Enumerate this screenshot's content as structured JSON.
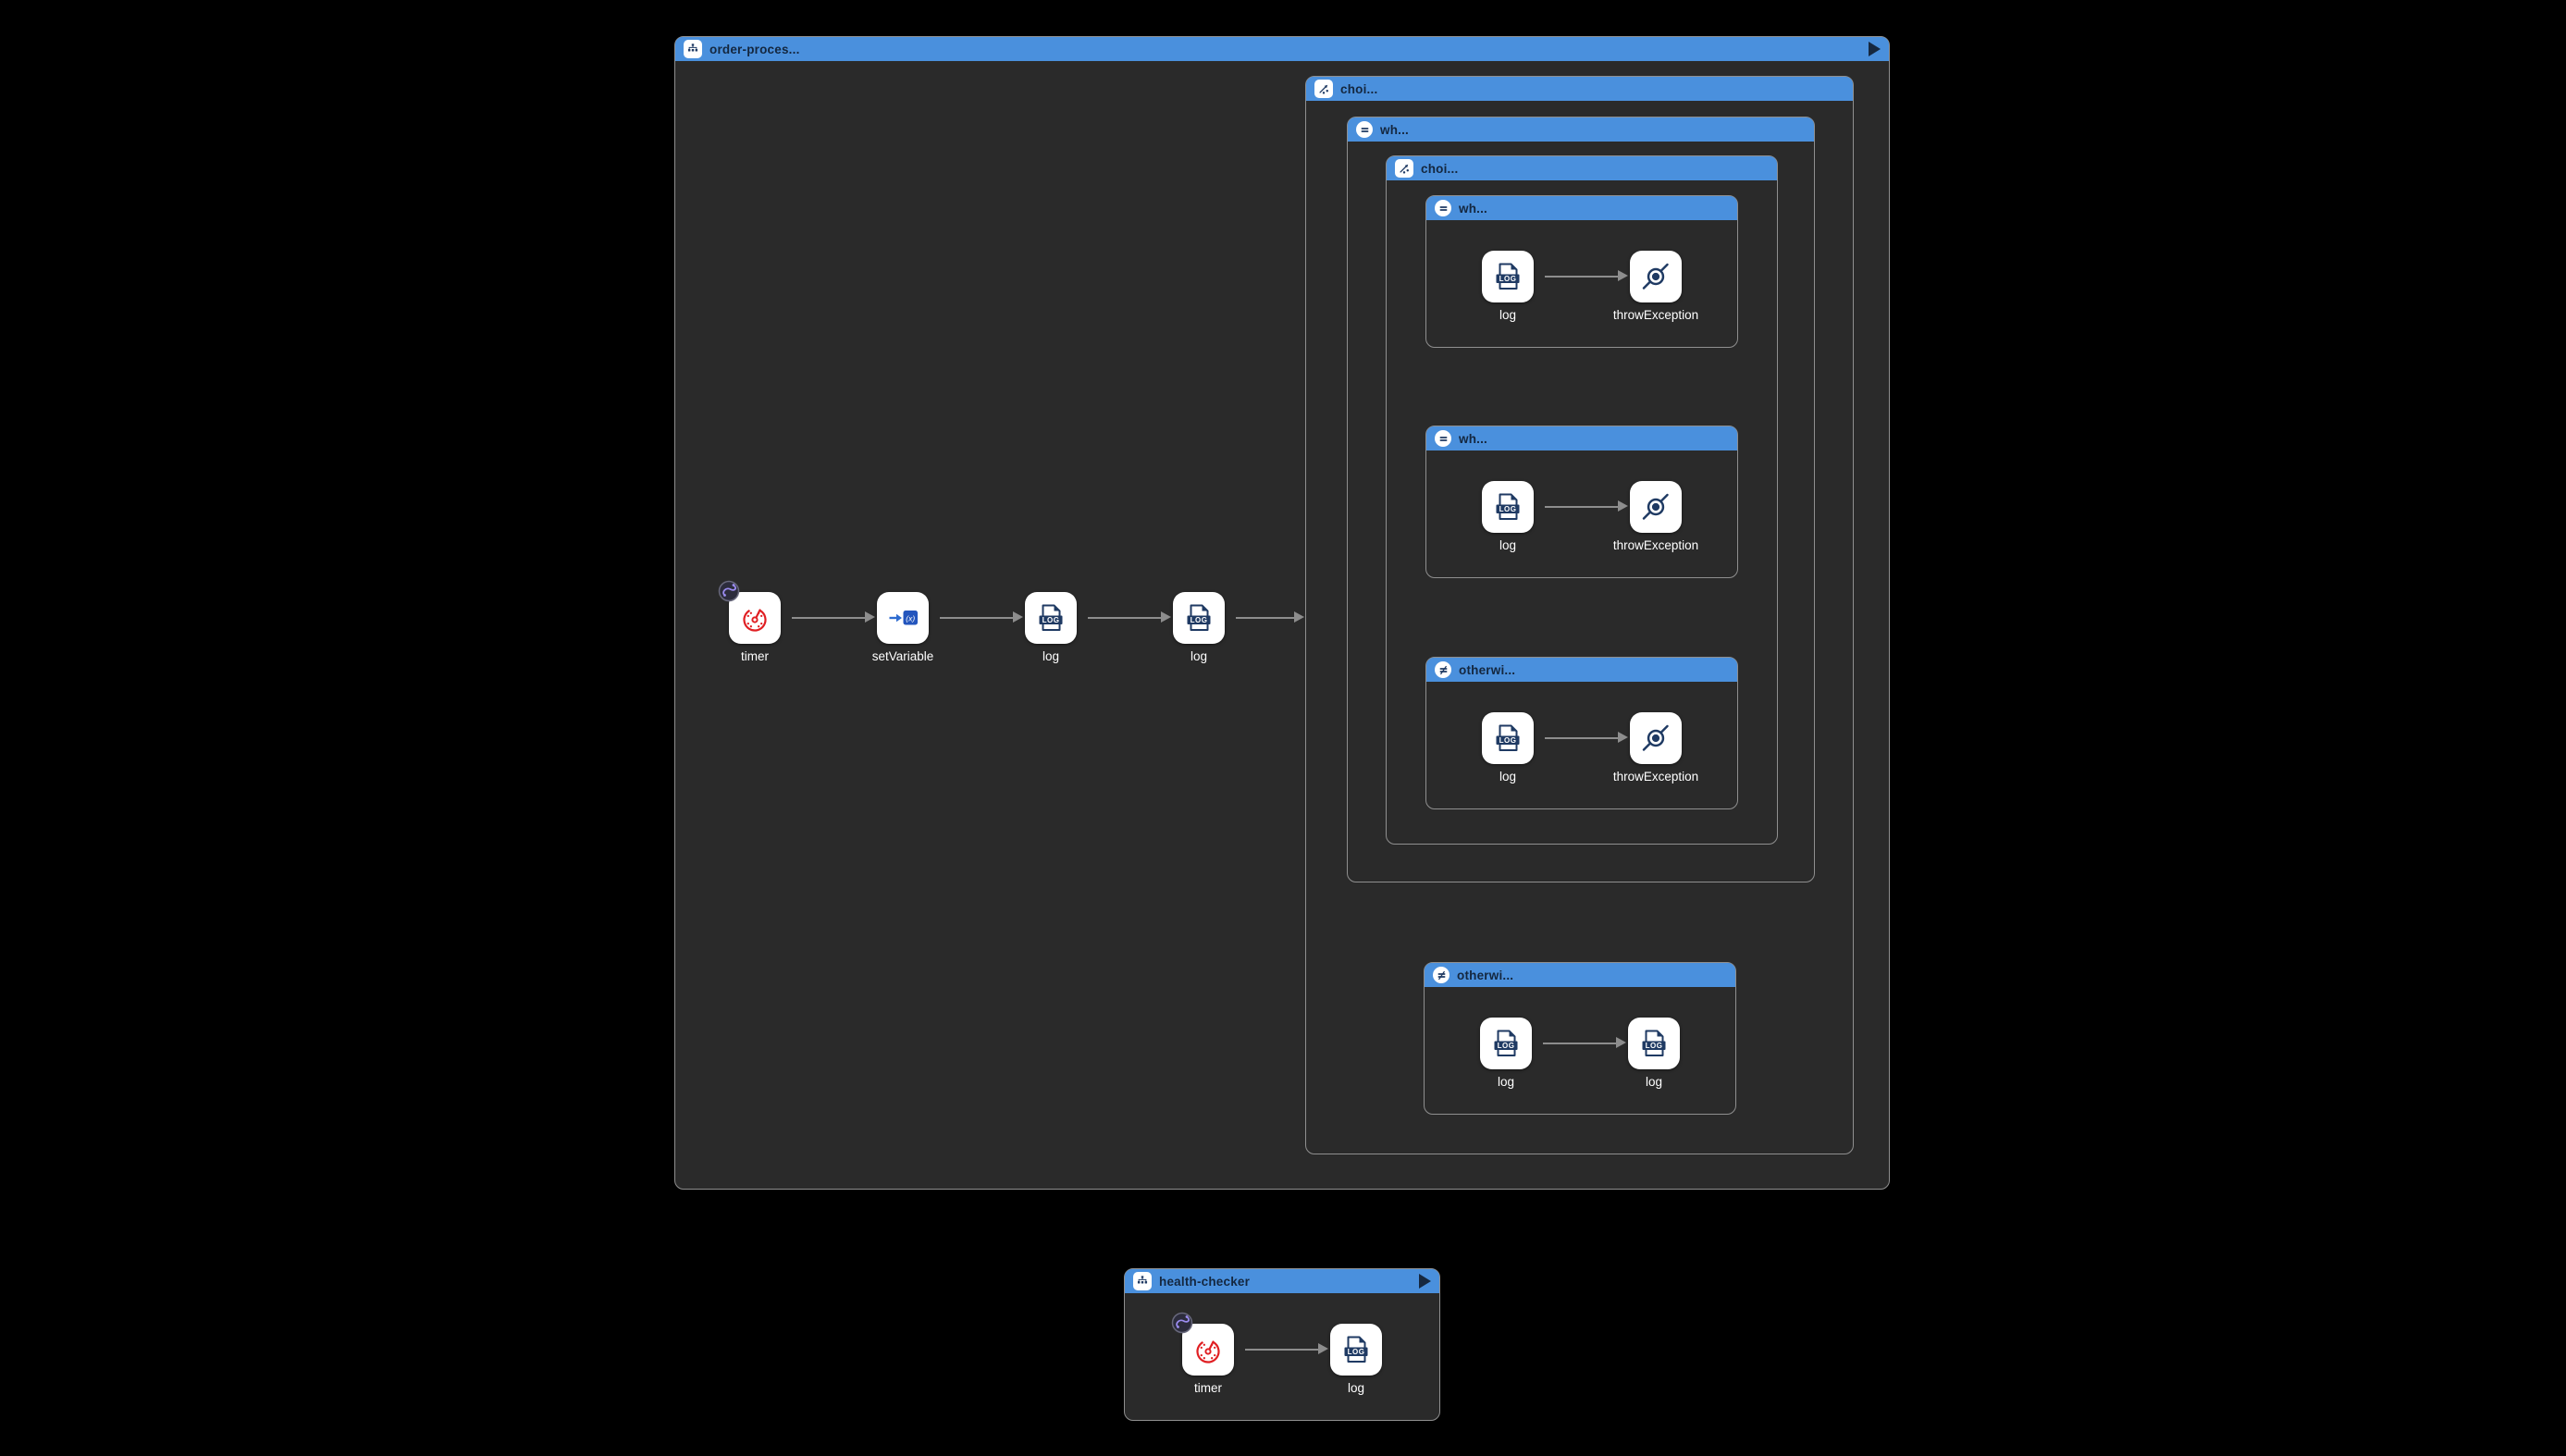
{
  "colors": {
    "canvas_bg": "#000000",
    "header_blue": "#4a90dd",
    "header_text": "#14273f",
    "container_bg": "#2a2a2a",
    "container_border": "#8f8f8f",
    "arrow_gray": "#8d8d8d",
    "node_label": "#ffffff",
    "icon_navy": "#1f3a63",
    "timer_red": "#e01f23",
    "variable_blue": "#2355bd",
    "badge_purple": "#9b8cf0"
  },
  "icons": {
    "route": "sitemap-icon",
    "choice": "branch-icon",
    "when": "equals-icon",
    "otherwise": "not-equals-icon",
    "play": "play-icon",
    "timer": "stopwatch-icon",
    "set_variable": "function-x-icon",
    "log": "log-file-icon",
    "throw_exception": "crossed-circle-icon",
    "step_badge": "route-step-badge-icon",
    "log_icon_text": "LOG",
    "set_variable_icon_text": "(x)"
  },
  "order_route": {
    "title": "order-proces...",
    "nodes": [
      {
        "label": "timer"
      },
      {
        "label": "setVariable"
      },
      {
        "label": "log"
      },
      {
        "label": "log"
      }
    ],
    "choice": {
      "title": "choi...",
      "when": {
        "title": "wh...",
        "choice": {
          "title": "choi...",
          "when1": {
            "title": "wh...",
            "nodes": [
              {
                "label": "log"
              },
              {
                "label": "throwException"
              }
            ]
          },
          "when2": {
            "title": "wh...",
            "nodes": [
              {
                "label": "log"
              },
              {
                "label": "throwException"
              }
            ]
          },
          "otherwise": {
            "title": "otherwi...",
            "nodes": [
              {
                "label": "log"
              },
              {
                "label": "throwException"
              }
            ]
          }
        }
      },
      "otherwise": {
        "title": "otherwi...",
        "nodes": [
          {
            "label": "log"
          },
          {
            "label": "log"
          }
        ]
      }
    }
  },
  "health_route": {
    "title": "health-checker",
    "nodes": [
      {
        "label": "timer"
      },
      {
        "label": "log"
      }
    ]
  }
}
